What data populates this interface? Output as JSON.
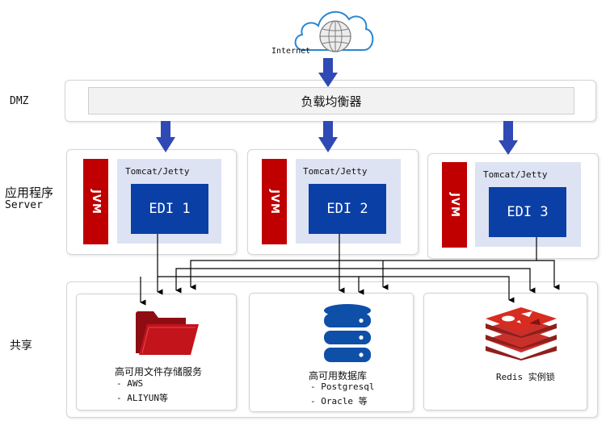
{
  "internet": {
    "label": "Internet"
  },
  "zones": {
    "dmz": "DMZ",
    "app_line1": "应用程序",
    "app_line2": "Server",
    "shared": "共享"
  },
  "load_balancer": {
    "label": "负载均衡器"
  },
  "servers": [
    {
      "container": "Tomcat/Jetty",
      "jvm": "JVM",
      "edi": "EDI 1"
    },
    {
      "container": "Tomcat/Jetty",
      "jvm": "JVM",
      "edi": "EDI 2"
    },
    {
      "container": "Tomcat/Jetty",
      "jvm": "JVM",
      "edi": "EDI 3"
    }
  ],
  "shared": {
    "file_storage": {
      "title": "高可用文件存储服务",
      "item1": "-  AWS",
      "item2": "-  ALIYUN等"
    },
    "database": {
      "title": "高可用数据库",
      "item1": "-  Postgresql",
      "item2": "-  Oracle 等"
    },
    "redis": {
      "title": "Redis 实例锁"
    }
  },
  "colors": {
    "arrow": "#2f49b5",
    "edi": "#0a3fa6",
    "jvm": "#c00000",
    "container": "#dde3f3",
    "folder": "#c3131b",
    "database": "#0e4fa8",
    "redis": "#c9302c"
  }
}
